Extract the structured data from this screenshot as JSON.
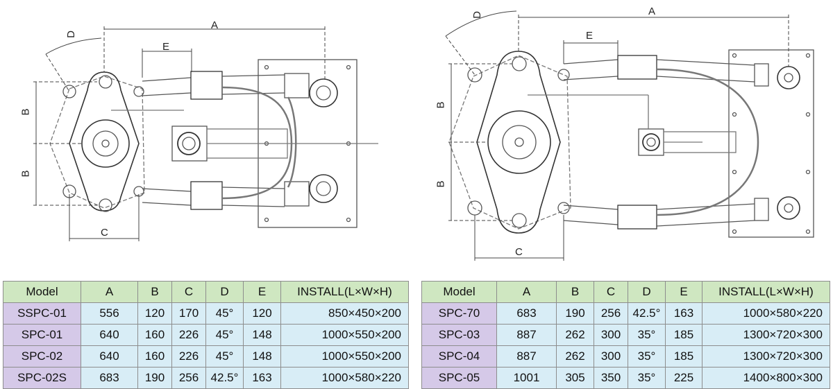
{
  "drawings": {
    "left": {
      "dimension_labels": {
        "a": "A",
        "b_upper": "B",
        "b_lower": "B",
        "c": "C",
        "d": "D",
        "e": "E"
      }
    },
    "right": {
      "dimension_labels": {
        "a": "A",
        "b_upper": "B",
        "b_lower": "B",
        "c": "C",
        "d": "D",
        "e": "E"
      }
    }
  },
  "tables": {
    "left": {
      "headers": [
        "Model",
        "A",
        "B",
        "C",
        "D",
        "E",
        "INSTALL(L×W×H)"
      ],
      "rows": [
        [
          "SSPC-01",
          "556",
          "120",
          "170",
          "45°",
          "120",
          "850×450×200"
        ],
        [
          "SPC-01",
          "640",
          "160",
          "226",
          "45°",
          "148",
          "1000×550×200"
        ],
        [
          "SPC-02",
          "640",
          "160",
          "226",
          "45°",
          "148",
          "1000×550×200"
        ],
        [
          "SPC-02S",
          "683",
          "190",
          "256",
          "42.5°",
          "163",
          "1000×580×220"
        ]
      ]
    },
    "right": {
      "headers": [
        "Model",
        "A",
        "B",
        "C",
        "D",
        "E",
        "INSTALL(L×W×H)"
      ],
      "rows": [
        [
          "SPC-70",
          "683",
          "190",
          "256",
          "42.5°",
          "163",
          "1000×580×220"
        ],
        [
          "SPC-03",
          "887",
          "262",
          "300",
          "35°",
          "185",
          "1300×720×300"
        ],
        [
          "SPC-04",
          "887",
          "262",
          "300",
          "35°",
          "185",
          "1300×720×300"
        ],
        [
          "SPC-05",
          "1001",
          "305",
          "350",
          "35°",
          "225",
          "1400×800×300"
        ]
      ]
    }
  }
}
